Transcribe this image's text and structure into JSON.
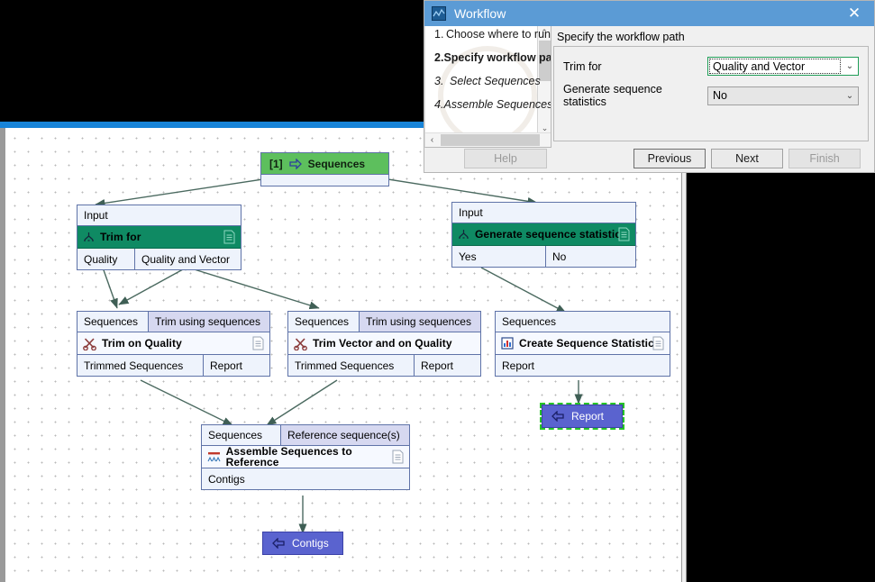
{
  "window": {
    "title": "Workflow",
    "icon": "workflow-app-icon",
    "close_label": "✕"
  },
  "dialog": {
    "steps": [
      {
        "num": "1.",
        "label": "Choose where to run",
        "state": "normal"
      },
      {
        "num": "2.",
        "label": "Specify workflow path",
        "state": "current"
      },
      {
        "num": "3.",
        "label": "Select Sequences",
        "state": "dim"
      },
      {
        "num": "4.",
        "label": "Assemble Sequences to",
        "state": "dim"
      }
    ],
    "scroll_up": "⌃",
    "scroll_down": "⌄",
    "scroll_left": "‹",
    "scroll_right": "›",
    "panel_title": "Specify the workflow path",
    "fields": [
      {
        "label": "Trim for",
        "value": "Quality and Vector",
        "focused": true
      },
      {
        "label": "Generate sequence statistics",
        "value": "No",
        "focused": false
      }
    ],
    "chevron": "⌄",
    "buttons": [
      {
        "key": "help",
        "label": "Help",
        "enabled": false
      },
      {
        "key": "previous",
        "label": "Previous",
        "enabled": true
      },
      {
        "key": "next",
        "label": "Next",
        "enabled": true
      },
      {
        "key": "finish",
        "label": "Finish",
        "enabled": false
      }
    ]
  },
  "workflow": {
    "source": {
      "index": "[1]",
      "label": "Sequences",
      "icon": "input-arrow-icon",
      "color": "#5dbf5d"
    },
    "trim_for": {
      "input_label": "Input",
      "title": "Trim for",
      "icon": "branch-icon",
      "doc_icon": "document-icon",
      "options": [
        "Quality",
        "Quality and Vector"
      ]
    },
    "gen_stats": {
      "input_label": "Input",
      "title": "Generate sequence statistics",
      "icon": "branch-icon",
      "doc_icon": "document-icon",
      "options": [
        "Yes",
        "No"
      ]
    },
    "trim_quality": {
      "inputs": [
        "Sequences",
        "Trim using sequences"
      ],
      "title": "Trim on Quality",
      "icon": "scissors-icon",
      "doc_icon": "document-icon",
      "outputs": [
        "Trimmed Sequences",
        "Report"
      ]
    },
    "trim_vector": {
      "inputs": [
        "Sequences",
        "Trim using sequences"
      ],
      "title": "Trim Vector and on Quality",
      "icon": "scissors-icon",
      "outputs": [
        "Trimmed Sequences",
        "Report"
      ]
    },
    "create_stats": {
      "inputs": [
        "Sequences"
      ],
      "title": "Create Sequence Statistics",
      "icon": "bar-chart-icon",
      "doc_icon": "document-icon",
      "outputs": [
        "Report"
      ]
    },
    "assemble": {
      "inputs": [
        "Sequences",
        "Reference sequence(s)"
      ],
      "title": "Assemble Sequences to Reference",
      "icon": "alignment-icon",
      "doc_icon": "document-icon",
      "outputs": [
        "Contigs"
      ]
    },
    "outputs": [
      {
        "key": "report",
        "label": "Report",
        "icon": "output-arrow-icon",
        "selected": true
      },
      {
        "key": "contigs",
        "label": "Contigs",
        "icon": "output-arrow-icon",
        "selected": false
      }
    ]
  }
}
